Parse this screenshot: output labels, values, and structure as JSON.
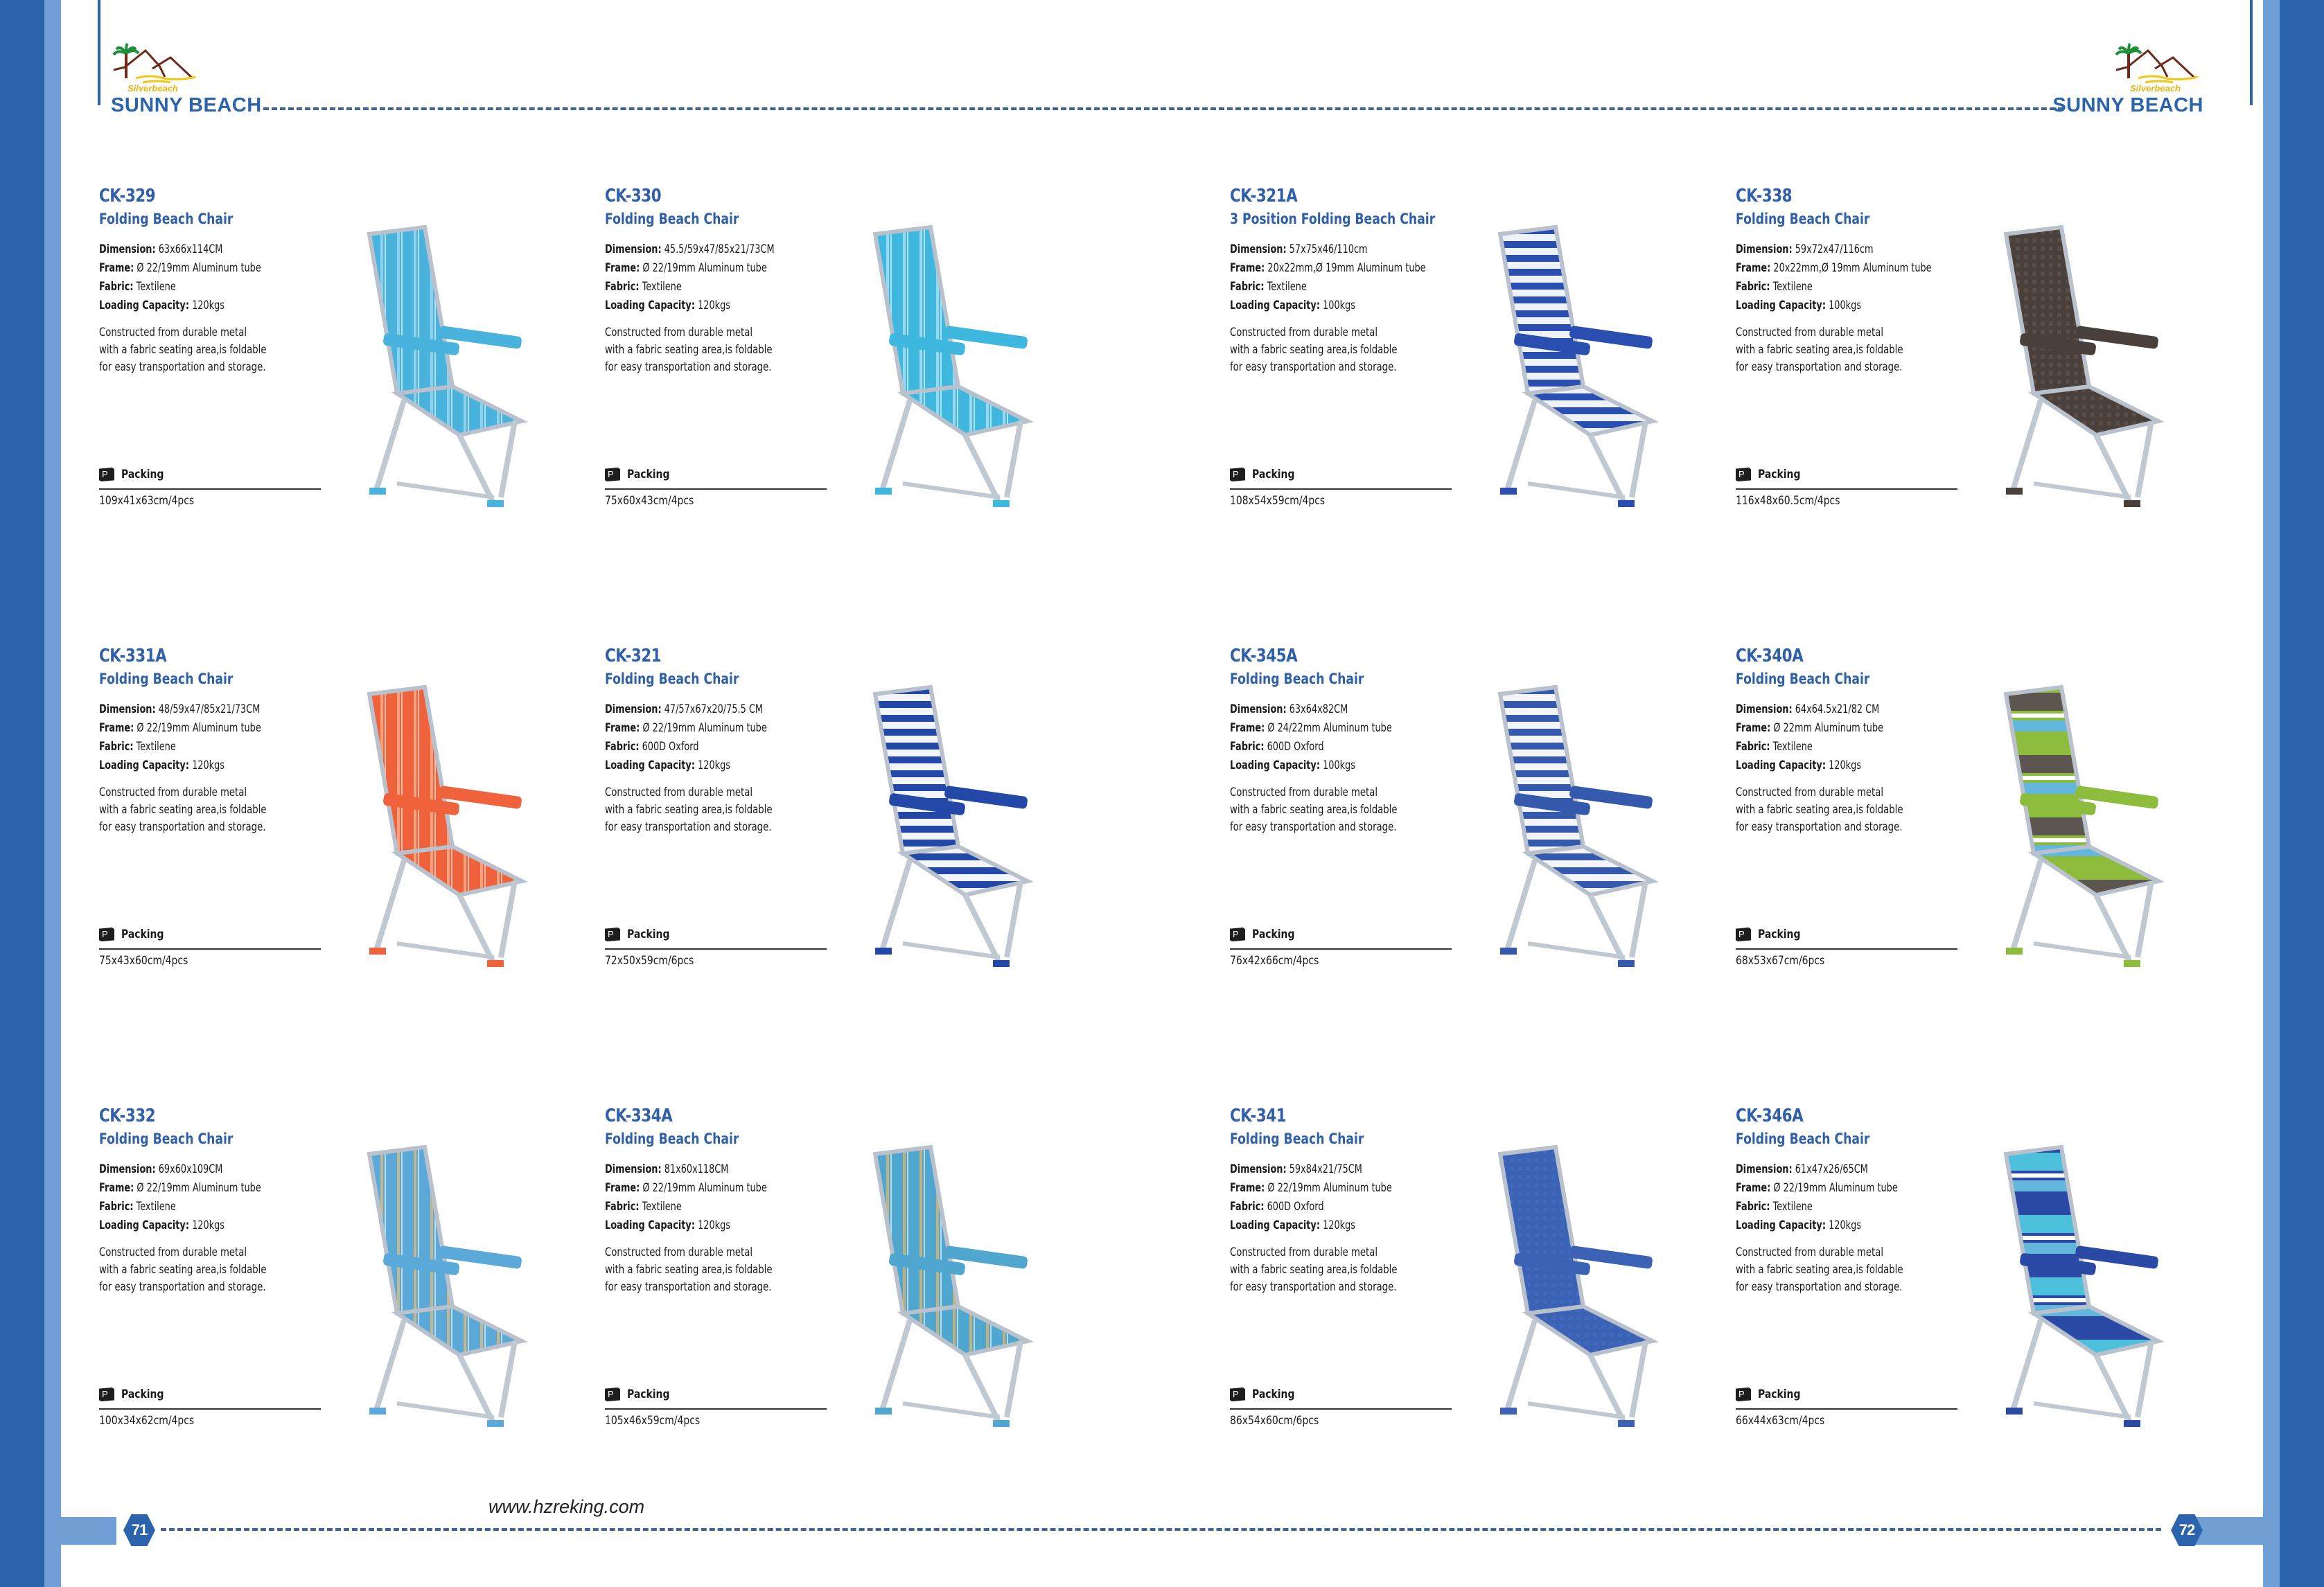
{
  "header": {
    "logo_text": "Silverbeach",
    "brand_left": "SUNNY BEACH",
    "brand_right": "SUNNY BEACH"
  },
  "footer": {
    "page_left": "71",
    "page_right": "72",
    "website": "www.hzreking.com"
  },
  "labels": {
    "dimension": "Dimension:",
    "frame": "Frame:",
    "fabric": "Fabric:",
    "capacity": "Loading Capacity:",
    "packing": "Packing",
    "packing_icon": "P"
  },
  "colors": {
    "brand_blue": "#2c63ad",
    "light_blue": "#6f9fd4",
    "title_blue": "#2f5fa8",
    "dash": "#3e6395"
  },
  "products": [
    {
      "code": "CK-329",
      "title": "Folding Beach Chair",
      "dimension": "63x66x114CM",
      "frame": "Ø 22/19mm Aluminum tube",
      "fabric": "Textilene",
      "capacity": "120kgs",
      "desc1": "Constructed from durable metal",
      "desc2": "with a fabric seating area,is foldable",
      "desc3": "for easy transportation and storage.",
      "packing": "109x41x63cm/4pcs",
      "color_main": "#49b3de",
      "color_alt": "#8fd0ec",
      "style": "stripe-v"
    },
    {
      "code": "CK-330",
      "title": "Folding Beach Chair",
      "dimension": "45.5/59x47/85x21/73CM",
      "frame": "Ø 22/19mm Aluminum tube",
      "fabric": "Textilene",
      "capacity": "120kgs",
      "desc1": "Constructed from durable metal",
      "desc2": "with a fabric seating area,is foldable",
      "desc3": "for easy transportation and storage.",
      "packing": "75x60x43cm/4pcs",
      "color_main": "#3fb8df",
      "color_alt": "#9ad8ee",
      "style": "stripe-v"
    },
    {
      "code": "CK-321A",
      "title": "3 Position Folding  Beach Chair",
      "dimension": "57x75x46/110cm",
      "frame": "20x22mm,Ø 19mm Aluminum tube",
      "fabric": "Textilene",
      "capacity": "100kgs",
      "desc1": "Constructed from durable metal",
      "desc2": "with a fabric seating area,is foldable",
      "desc3": "for easy transportation and storage.",
      "packing": "108x54x59cm/4pcs",
      "color_main": "#2b4fb0",
      "color_alt": "#eef2fa",
      "style": "stripe-h"
    },
    {
      "code": "CK-338",
      "title": "Folding  Beach Chair",
      "dimension": "59x72x47/116cm",
      "frame": "20x22mm,Ø 19mm Aluminum tube",
      "fabric": "Textilene",
      "capacity": "100kgs",
      "desc1": "Constructed from durable metal",
      "desc2": "with a fabric seating area,is foldable",
      "desc3": "for easy transportation and storage.",
      "packing": "116x48x60.5cm/4pcs",
      "color_main": "#4a403b",
      "color_alt": "#6e625a",
      "style": "solid"
    },
    {
      "code": "CK-331A",
      "title": "Folding Beach Chair",
      "dimension": "48/59x47/85x21/73CM",
      "frame": "Ø 22/19mm Aluminum tube",
      "fabric": "Textilene",
      "capacity": "120kgs",
      "desc1": "Constructed from durable metal",
      "desc2": "with a fabric seating area,is foldable",
      "desc3": "for easy transportation and storage.",
      "packing": "75x43x60cm/4pcs",
      "color_main": "#f0623c",
      "color_alt": "#f5a37f",
      "style": "stripe-v"
    },
    {
      "code": "CK-321",
      "title": "Folding Beach Chair",
      "dimension": "47/57x67x20/75.5 CM",
      "frame": "Ø 22/19mm Aluminum tube",
      "fabric": "600D Oxford",
      "capacity": "120kgs",
      "desc1": "Constructed from durable metal",
      "desc2": "with a fabric seating area,is foldable",
      "desc3": "for easy transportation and storage.",
      "packing": "72x50x59cm/6pcs",
      "color_main": "#2448a8",
      "color_alt": "#f2f5fb",
      "style": "stripe-h"
    },
    {
      "code": "CK-345A",
      "title": "Folding Beach Chair",
      "dimension": "63x64x82CM",
      "frame": "Ø 24/22mm Aluminum tube",
      "fabric": "600D Oxford",
      "capacity": "100kgs",
      "desc1": "Constructed from durable metal",
      "desc2": "with a fabric seating area,is foldable",
      "desc3": "for easy transportation and storage.",
      "packing": "76x42x66cm/4pcs",
      "color_main": "#3559ad",
      "color_alt": "#f3f5fa",
      "style": "stripe-h"
    },
    {
      "code": "CK-340A",
      "title": "Folding Beach Chair",
      "dimension": "64x64.5x21/82 CM",
      "frame": "Ø 22mm Aluminum tube",
      "fabric": "Textilene",
      "capacity": "120kgs",
      "desc1": "Constructed from durable metal",
      "desc2": "with a fabric seating area,is foldable",
      "desc3": "for easy transportation and storage.",
      "packing": "68x53x67cm/6pcs",
      "color_main": "#8dbb3c",
      "color_alt": "#5d5650",
      "style": "stripe-h-wide"
    },
    {
      "code": "CK-332",
      "title": "Folding Beach Chair",
      "dimension": "69x60x109CM",
      "frame": "Ø 22/19mm Aluminum tube",
      "fabric": "Textilene",
      "capacity": "120kgs",
      "desc1": "Constructed from durable metal",
      "desc2": "with a fabric seating area,is foldable",
      "desc3": "for easy transportation and storage.",
      "packing": "100x34x62cm/4pcs",
      "color_main": "#5aa9d8",
      "color_alt": "#c6b88a",
      "style": "stripe-v"
    },
    {
      "code": "CK-334A",
      "title": "Folding Beach Chair",
      "dimension": "81x60x118CM",
      "frame": "Ø 22/19mm Aluminum tube",
      "fabric": "Textilene",
      "capacity": "120kgs",
      "desc1": "Constructed from durable metal",
      "desc2": "with a fabric seating area,is foldable",
      "desc3": "for easy transportation and storage.",
      "packing": "105x46x59cm/4pcs",
      "color_main": "#4fa6cf",
      "color_alt": "#c2b27d",
      "style": "stripe-v"
    },
    {
      "code": "CK-341",
      "title": "Folding Beach Chair",
      "dimension": "59x84x21/75CM",
      "frame": "Ø 22/19mm Aluminum tube",
      "fabric": "600D Oxford",
      "capacity": "120kgs",
      "desc1": "Constructed from durable metal",
      "desc2": "with a fabric seating area,is foldable",
      "desc3": "for easy transportation and storage.",
      "packing": "86x54x60cm/6pcs",
      "color_main": "#3b62b5",
      "color_alt": "#4c72c2",
      "style": "solid"
    },
    {
      "code": "CK-346A",
      "title": "Folding  Beach Chair",
      "dimension": "61x47x26/65CM",
      "frame": "Ø 22/19mm Aluminum tube",
      "fabric": "Textilene",
      "capacity": "120kgs",
      "desc1": "Constructed from durable metal",
      "desc2": "with a fabric seating area,is foldable",
      "desc3": "for easy transportation and storage.",
      "packing": "66x44x63cm/4pcs",
      "color_main": "#2b4aa6",
      "color_alt": "#4dc0dc",
      "style": "stripe-h-wide"
    }
  ]
}
